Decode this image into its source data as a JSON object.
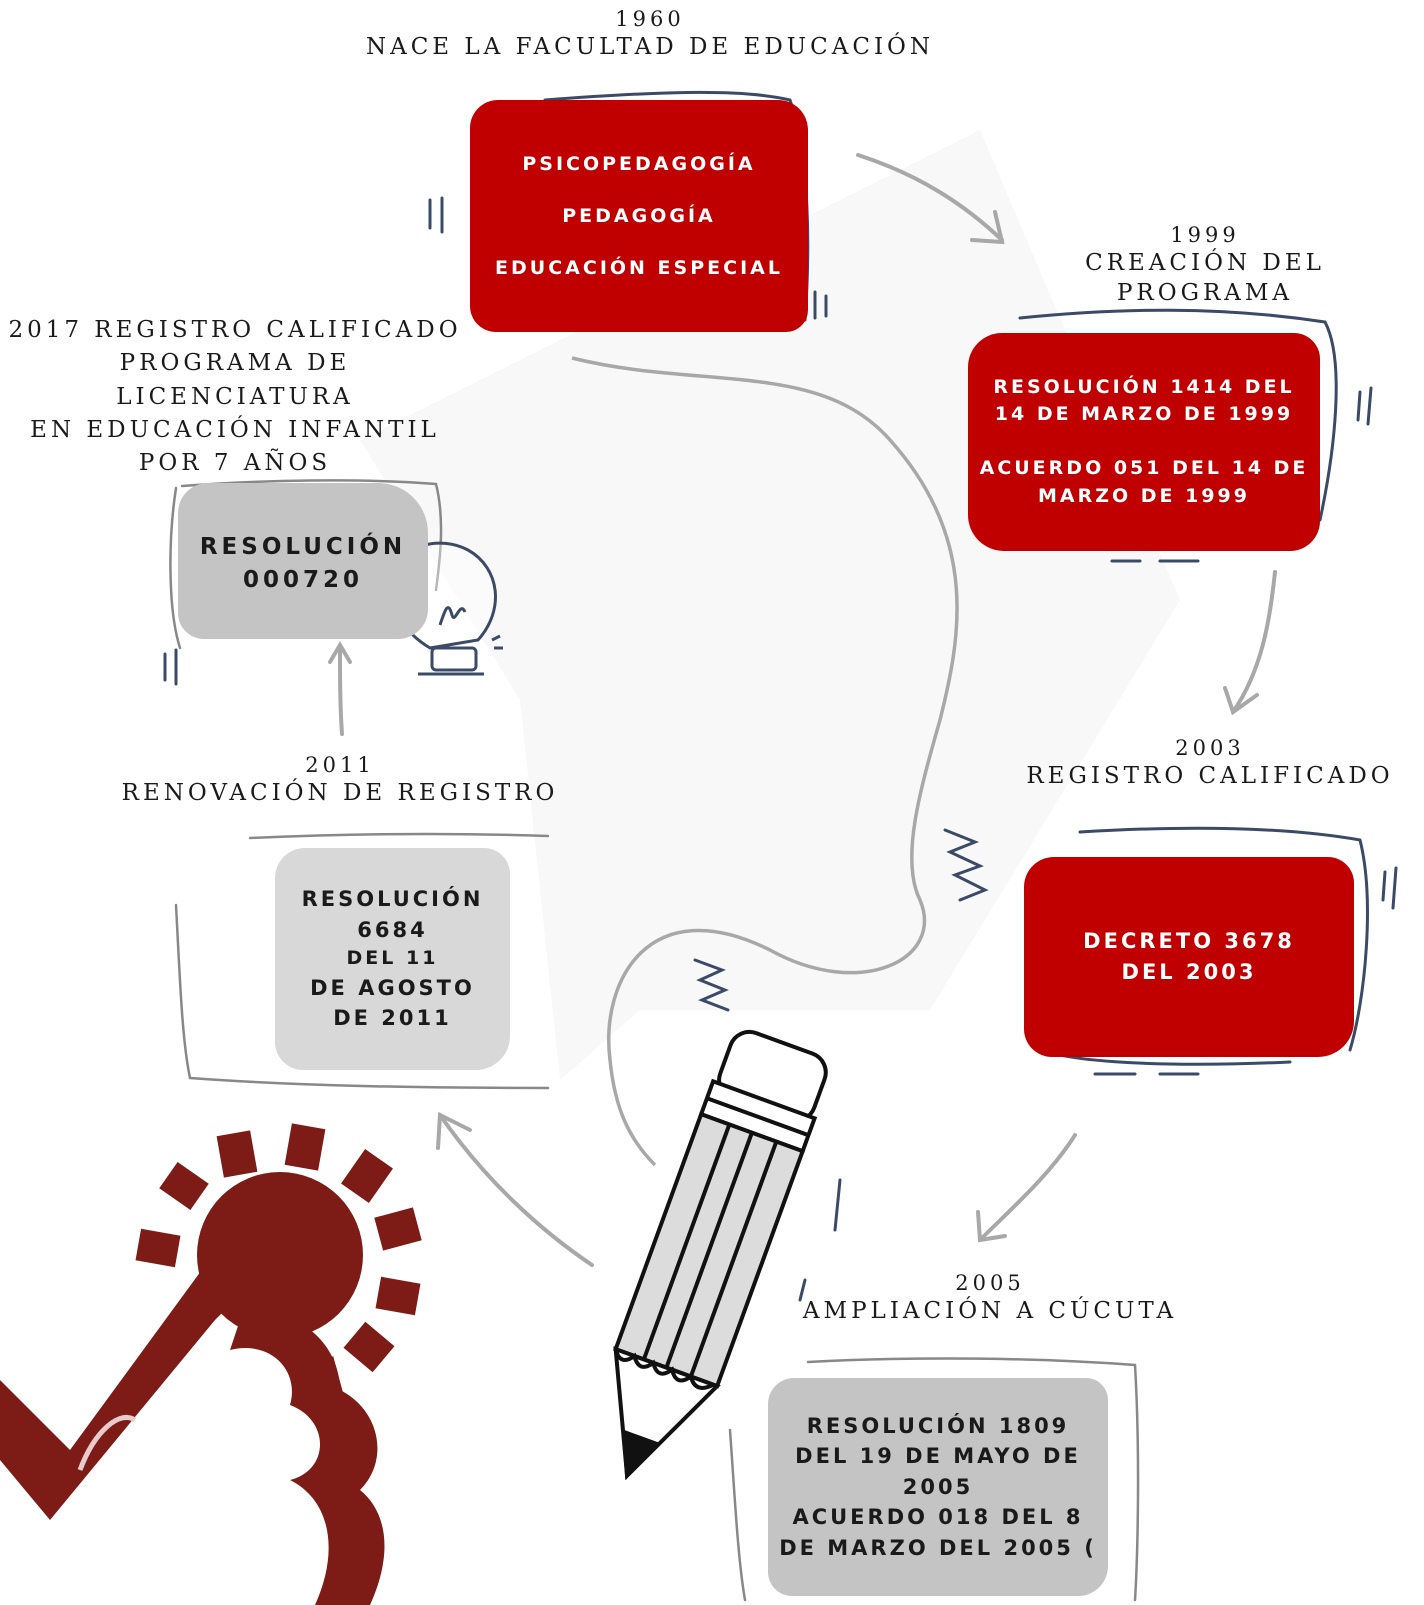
{
  "milestones": [
    {
      "year": "1960",
      "title": "NACE LA FACULTAD DE EDUCACIÓN",
      "lines": [
        "PSICOPEDAGOGÍA",
        "PEDAGOGÍA",
        "EDUCACIÓN ESPECIAL"
      ]
    },
    {
      "year": "1999",
      "title": "CREACIÓN DEL PROGRAMA",
      "lines": [
        "RESOLUCIÓN 1414 DEL",
        "14 DE MARZO DE 1999",
        "ACUERDO 051 DEL 14 DE",
        "MARZO DE 1999"
      ]
    },
    {
      "year": "2003",
      "title": "REGISTRO CALIFICADO",
      "lines": [
        "DECRETO 3678",
        "DEL 2003"
      ]
    },
    {
      "year": "2005",
      "title": "AMPLIACIÓN A CÚCUTA",
      "lines": [
        "RESOLUCIÓN 1809",
        "DEL 19 DE MAYO DE",
        "2005",
        "ACUERDO 018 DEL 8",
        "DE MARZO DEL 2005 ("
      ]
    },
    {
      "year": "2011",
      "title": "RENOVACIÓN DE REGISTRO",
      "lines": [
        "RESOLUCIÓN",
        "6684",
        "DEL 11",
        "DE AGOSTO",
        "DE 2011"
      ]
    },
    {
      "heading_lines": [
        "2017 REGISTRO CALIFICADO",
        "PROGRAMA  DE LICENCIATURA",
        "EN EDUCACIÓN INFANTIL",
        "POR 7 AÑOS"
      ],
      "lines": [
        "RESOLUCIÓN",
        "000720"
      ]
    }
  ],
  "icons": [
    "pencil-icon",
    "lightbulb-icon",
    "sun-logo-icon",
    "curved-arrow-icon"
  ],
  "colors": {
    "accent_red": "#c00000",
    "logo_red": "#7d1c17",
    "box_gray": "#c4c4c4",
    "box_light_gray": "#d9d8d9",
    "outline": "#3b4a66",
    "arrow_gray": "#a8a8a8"
  }
}
